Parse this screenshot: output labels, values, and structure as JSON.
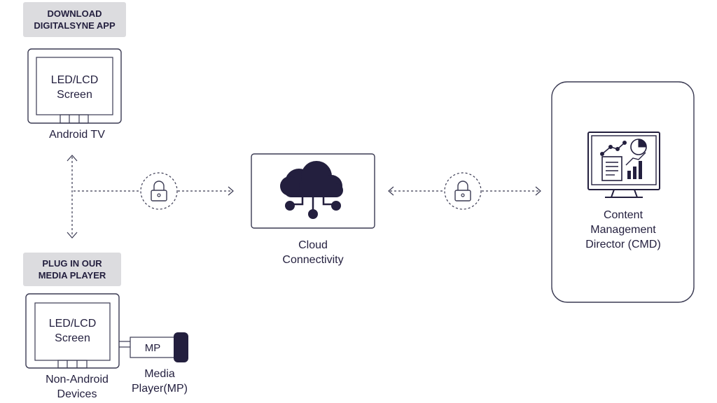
{
  "top_badge": {
    "line1": "DOWNLOAD",
    "line2": "DIGITALSYNE APP"
  },
  "bottom_badge": {
    "line1": "PLUG IN OUR",
    "line2": "MEDIA PLAYER"
  },
  "android_tv": {
    "screen_label": "LED/LCD\nScreen",
    "caption": "Android TV"
  },
  "non_android": {
    "screen_label": "LED/LCD\nScreen",
    "caption": "Non-Android\nDevices"
  },
  "media_player": {
    "box_label": "MP",
    "caption": "Media\nPlayer(MP)"
  },
  "cloud": {
    "caption": "Cloud\nConnectivity"
  },
  "cmd": {
    "caption": "Content\nManagement\nDirector (CMD)"
  },
  "icons": {
    "left_lock": "lock-icon",
    "right_lock": "lock-icon",
    "cloud": "cloud-network-icon",
    "cmd": "analytics-monitor-icon"
  },
  "colors": {
    "ink": "#231f3e",
    "badge_bg": "#dcdcdf",
    "stroke": "#3a3a52"
  }
}
